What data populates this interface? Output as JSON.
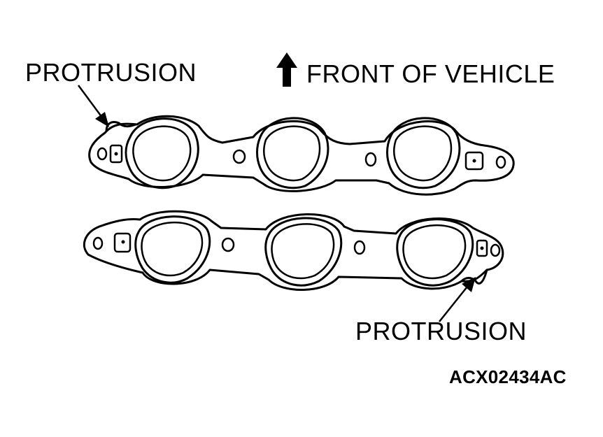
{
  "labels": {
    "protrusion_top": "PROTRUSION",
    "protrusion_bottom": "PROTRUSION",
    "front_of_vehicle": "FRONT OF VEHICLE",
    "figure_code": "ACX02434AC"
  },
  "icons": {
    "direction_arrow": "arrow-up-icon"
  },
  "colors": {
    "ink": "#000000",
    "background": "#ffffff"
  }
}
